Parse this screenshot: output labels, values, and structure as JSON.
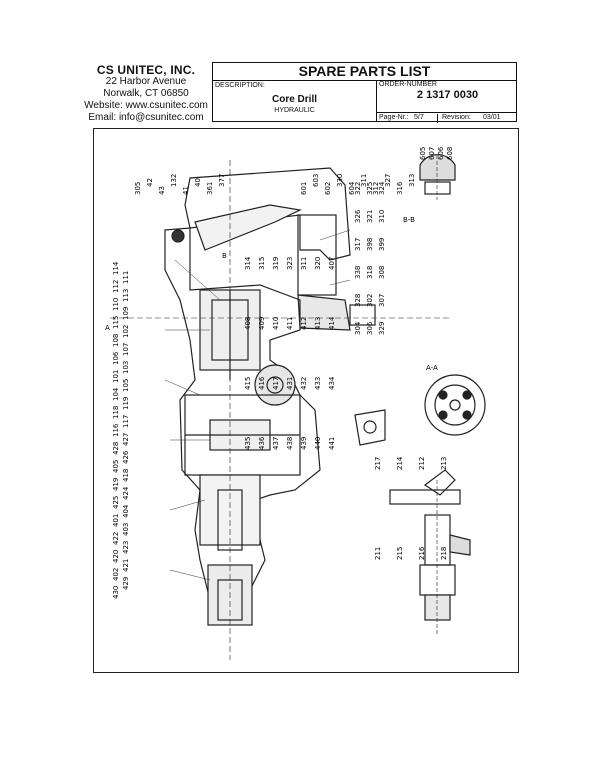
{
  "company": {
    "name": "CS UNITEC, INC.",
    "address1": "22 Harbor Avenue",
    "address2": "Norwalk, CT 06850",
    "website": "Website: www.csunitec.com",
    "email": "Email: info@csunitec.com"
  },
  "titleblock": {
    "title": "SPARE PARTS LIST",
    "description_label": "DESCRIPTION:",
    "description": "Core Drill",
    "subtitle": "HYDRAULIC",
    "order_label": "ORDER-NUMBER",
    "order_number": "2 1317 0030",
    "page_label": "Page-Nr.:",
    "page_value": "5/7",
    "revision_label": "Revision:",
    "revision_value": "03/01"
  },
  "drawing": {
    "section_aa": "A-A",
    "section_bb": "B-B",
    "label_a": "A",
    "label_b": "B",
    "part_numbers_top": [
      "305",
      "42",
      "43",
      "132",
      "41",
      "40",
      "361",
      "377",
      "601",
      "603",
      "602",
      "330",
      "604",
      "311",
      "312",
      "327",
      "316",
      "313"
    ],
    "part_numbers_right": [
      "322",
      "325",
      "324",
      "326",
      "321",
      "310",
      "317",
      "398",
      "399",
      "338",
      "318",
      "308",
      "328",
      "302",
      "307",
      "304",
      "306",
      "329"
    ],
    "part_numbers_left": [
      "114",
      "111",
      "112",
      "113",
      "110",
      "109",
      "115",
      "102",
      "108",
      "107",
      "106",
      "103",
      "101",
      "105",
      "104",
      "119",
      "118",
      "117",
      "116",
      "427",
      "428",
      "426",
      "405",
      "418",
      "419",
      "424",
      "425",
      "404",
      "401",
      "403",
      "422",
      "423",
      "420",
      "421",
      "402",
      "429",
      "430"
    ],
    "part_numbers_center": [
      "314",
      "315",
      "319",
      "323",
      "311",
      "320",
      "407",
      "408",
      "409",
      "410",
      "411",
      "412",
      "413",
      "414",
      "415",
      "416",
      "417",
      "431",
      "432",
      "433",
      "434",
      "435",
      "436",
      "437",
      "438",
      "439",
      "440",
      "441"
    ],
    "part_numbers_detail": [
      "605",
      "607",
      "606",
      "608",
      "217",
      "214",
      "212",
      "213",
      "211",
      "215",
      "216",
      "218"
    ]
  }
}
